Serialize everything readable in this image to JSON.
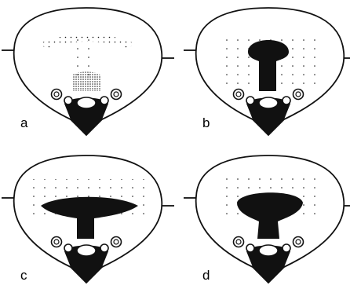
{
  "panels": [
    {
      "label": "a",
      "stage": "diffuse-stalk"
    },
    {
      "label": "b",
      "stage": "solid-stalk-small-cap"
    },
    {
      "label": "c",
      "stage": "flat-cap"
    },
    {
      "label": "d",
      "stage": "dome-cap"
    }
  ],
  "colors": {
    "ink": "#111111",
    "background": "#ffffff"
  }
}
